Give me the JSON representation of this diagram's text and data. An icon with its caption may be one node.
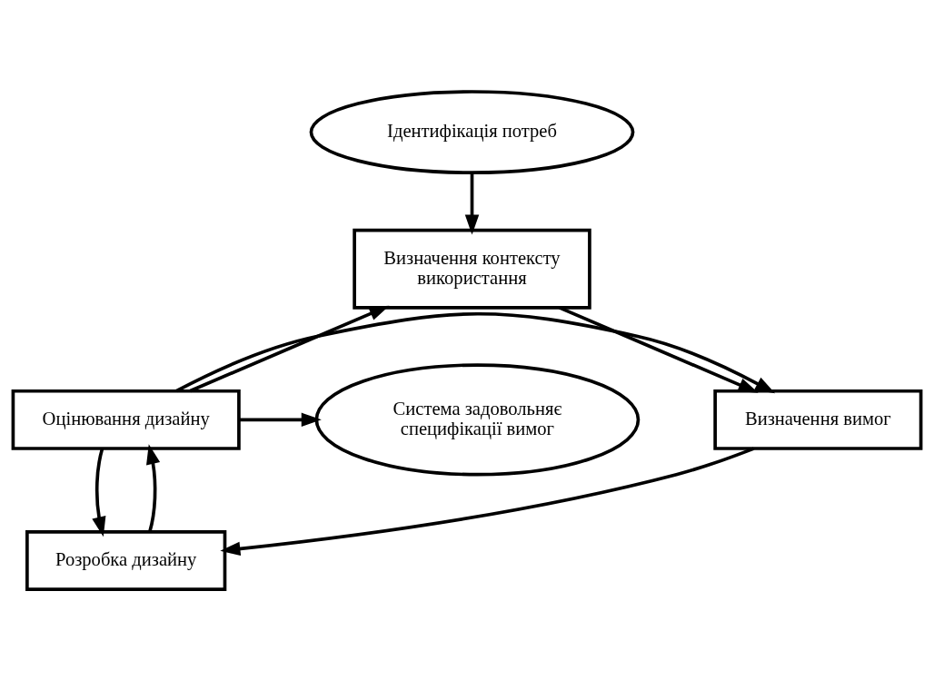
{
  "diagram": {
    "nodes": [
      {
        "text": [
          "Ідентифікація потреб"
        ]
      },
      {
        "text": [
          "Визначення контексту використання"
        ]
      },
      {
        "text": [
          "Визначення вимог"
        ]
      },
      {
        "text": [
          "Оцінювання дизайну"
        ]
      },
      {
        "text": [
          "Система задовольняє специфікації вимог"
        ]
      },
      {
        "text": [
          "Розробка дизайну"
        ]
      }
    ],
    "edges": [
      {
        "from": 0,
        "to": 1,
        "arrow": "to"
      },
      {
        "from": 1,
        "to": 2,
        "arrow": "to"
      },
      {
        "from": 2,
        "to": 5,
        "arrow": "to"
      },
      {
        "from": 5,
        "to": 3,
        "arrow": "to"
      },
      {
        "from": 3,
        "to": 5,
        "arrow": "to"
      },
      {
        "from": 3,
        "to": 2,
        "arrow": "to"
      },
      {
        "from": 3,
        "to": 1,
        "arrow": "to"
      },
      {
        "from": 3,
        "to": 4,
        "arrow": "to"
      }
    ]
  }
}
